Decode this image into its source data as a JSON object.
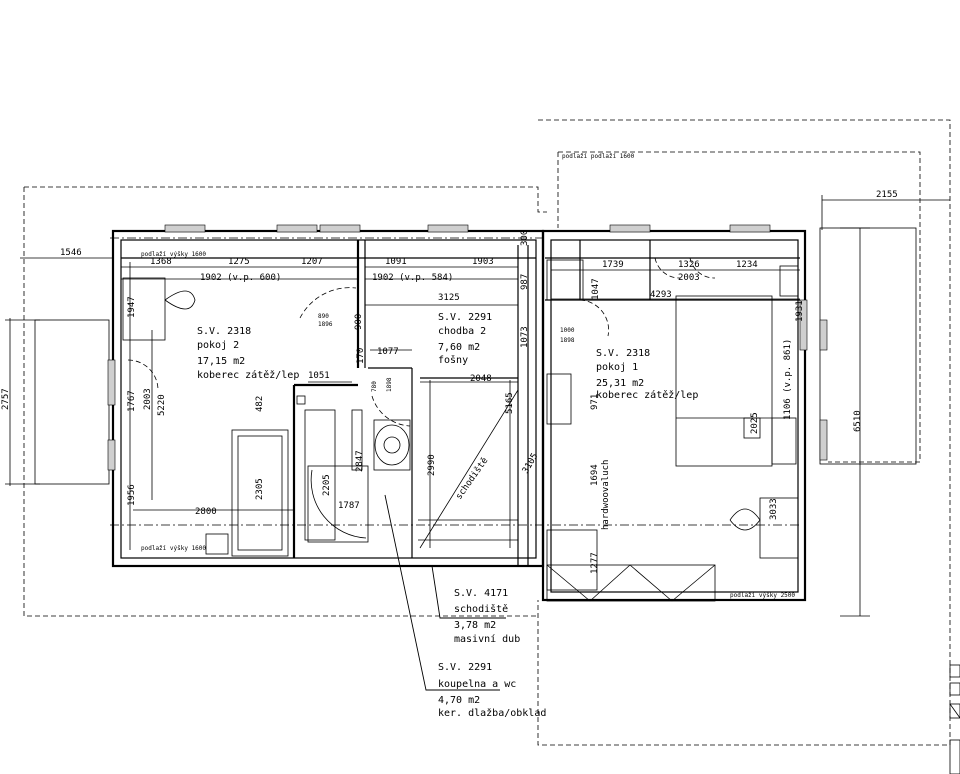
{
  "rooms": {
    "pokoj2": {
      "id": "S.V. 2318",
      "name": "pokoj 2",
      "area": "17,15 m2",
      "floor": "koberec zátěž/lep"
    },
    "chodba2": {
      "id": "S.V. 2291",
      "name": "chodba 2",
      "area": "7,60 m2",
      "floor": "fošny"
    },
    "pokoj1": {
      "id": "S.V. 2318",
      "name": "pokoj 1",
      "area": "25,31 m2",
      "floor": "koberec zátěž/lep"
    },
    "schodiste": {
      "id": "S.V. 4171",
      "name": "schodiště",
      "area": "3,78 m2",
      "floor": "masivní dub"
    },
    "koupelna": {
      "id": "S.V. 2291",
      "name": "koupelna a wc",
      "area": "4,70 m2",
      "floor": "ker. dlažba/obklad"
    }
  },
  "labels": {
    "stair": "schodiště",
    "hatch": "hardwoovaluch",
    "vp_left": "1902 (v.p. 600)",
    "vp_mid": "1902 (v.p. 584)",
    "vp_right": "1106 (v.p. 861)",
    "note_top_left": "podlaží výšky 1600",
    "note_bottom_left": "podlaží výšky 1600",
    "note_top_right": "podlaží podlaží 1600",
    "note_bottom_right": "podlaží výšky 2500"
  },
  "dimensions": {
    "d1546": "1546",
    "d1368": "1368",
    "d1275": "1275",
    "d1207": "1207",
    "d300": "300",
    "d1091": "1091",
    "d1903": "1903",
    "d987": "987",
    "d1739": "1739",
    "d1326": "1326",
    "d1234": "1234",
    "d2003": "2003",
    "d2155": "2155",
    "d1047": "1047",
    "d4293": "4293",
    "d3125": "3125",
    "d1947": "1947",
    "d1931": "1931",
    "d890": "890",
    "d1896": "1896",
    "d900": "900",
    "d1073": "1073",
    "d1000": "1000",
    "d1898": "1898",
    "d6510": "6510",
    "d2757": "2757",
    "d2003v": "2003",
    "d1767": "1767",
    "d5220": "5220",
    "d170": "170",
    "d1077": "1077",
    "d1051": "1051",
    "d2048": "2048",
    "d780": "780",
    "d1898b": "1898",
    "d482": "482",
    "d971": "971",
    "d2847": "2847",
    "d2990": "2990",
    "d5165": "5165",
    "d3105": "3105",
    "d2025": "2025",
    "d1694": "1694",
    "d2305": "2305",
    "d1956": "1956",
    "d2800": "2800",
    "d2205": "2205",
    "d1787": "1787",
    "d3033": "3033",
    "d1277": "1277"
  }
}
